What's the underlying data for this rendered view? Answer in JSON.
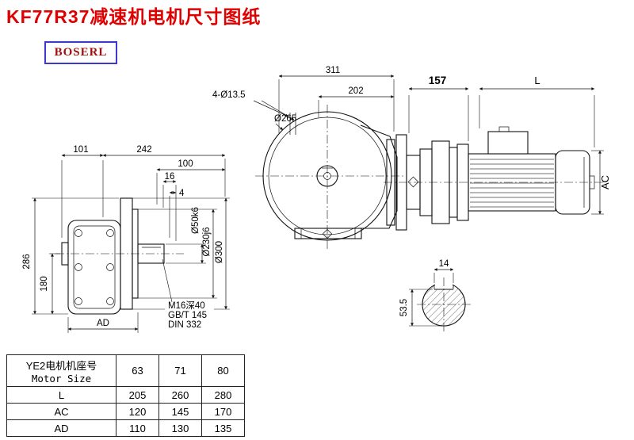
{
  "page": {
    "title": "KF77R37减速机电机尺寸图纸",
    "brand": "BOSERL"
  },
  "side_view": {
    "dim_101": "101",
    "dim_242": "242",
    "dim_100": "100",
    "dim_16": "16",
    "dim_4": "4",
    "dim_286": "286",
    "dim_180": "180",
    "dim_ad": "AD",
    "dia_shaft": "Ø50k6",
    "dia_spigot": "Ø230j6",
    "dia_flange": "Ø300",
    "tap_line1": "M16深40",
    "tap_line2": "GB/T 145",
    "tap_line3": "DIN 332"
  },
  "front_view": {
    "dim_311": "311",
    "dim_202": "202",
    "holes": "4-Ø13.5",
    "dia": "Ø265"
  },
  "motor_view": {
    "dim_157": "157",
    "dim_l": "L",
    "dim_ac": "AC"
  },
  "key_section": {
    "dim_14": "14",
    "dim_53_5": "53.5"
  },
  "table": {
    "header_cn": "YE2电机机座号",
    "header_en": "Motor Size",
    "frame_sizes": [
      "63",
      "71",
      "80"
    ],
    "rows": [
      {
        "label": "L",
        "values": [
          "205",
          "260",
          "280"
        ]
      },
      {
        "label": "AC",
        "values": [
          "120",
          "145",
          "170"
        ]
      },
      {
        "label": "AD",
        "values": [
          "110",
          "130",
          "135"
        ]
      }
    ]
  }
}
